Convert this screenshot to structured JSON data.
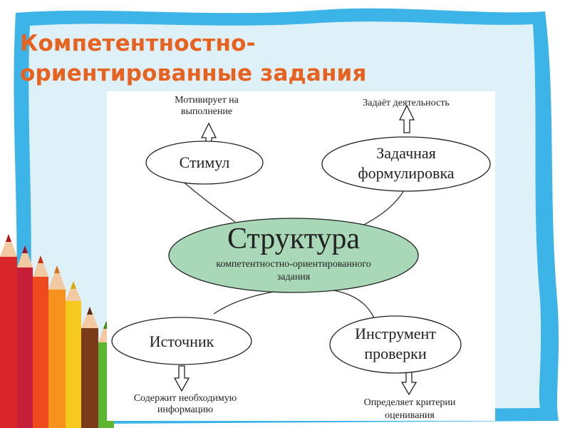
{
  "slide": {
    "title_line1": "Компетентностно-",
    "title_line2": "ориентированные задания"
  },
  "diagram": {
    "center": {
      "title": "Структура",
      "subtitle_line1": "компетентностно-ориентированного",
      "subtitle_line2": "задания"
    },
    "nodes": {
      "stimulus": {
        "label": "Стимул",
        "note_line1": "Мотивирует на",
        "note_line2": "выполнение"
      },
      "task": {
        "label_line1": "Задачная",
        "label_line2": "формулировка",
        "note_line1": "Задаёт деятельность"
      },
      "source": {
        "label": "Источник",
        "note_line1": "Содержит необходимую",
        "note_line2": "информацию"
      },
      "tool": {
        "label_line1": "Инструмент",
        "label_line2": "проверки",
        "note_line1": "Определяет критерии",
        "note_line2": "оценивания"
      }
    }
  },
  "colors": {
    "frame": "#3cb4e8",
    "panel": "#dff1f8",
    "title": "#e8621f",
    "center_fill": "#a8d8b8",
    "line": "#222222"
  },
  "decor": {
    "frame": "wavy-blue-frame",
    "pencils": "colored-pencils-illustration"
  }
}
